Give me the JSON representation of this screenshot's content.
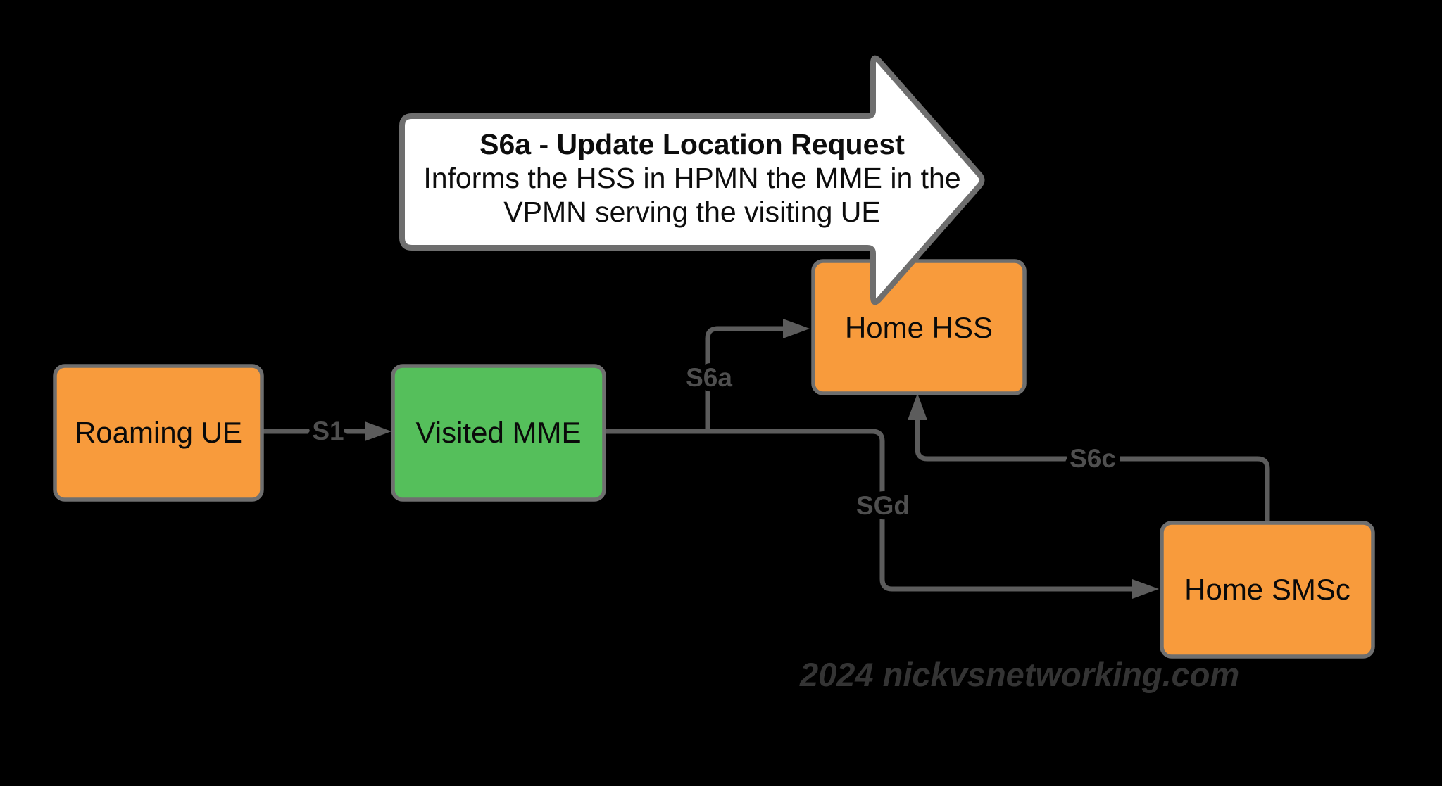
{
  "title": "S6a Update Location Request roaming diagram",
  "canvas": {
    "background": "#000000"
  },
  "callout": {
    "title": "S6a - Update Location Request",
    "body_line1": "Informs the HSS in HPMN the MME in the",
    "body_line2": "VPMN serving the visiting UE",
    "fill": "#ffffff",
    "border_color": "#6e6e6e",
    "text_color": "#0d0d0d"
  },
  "nodes": [
    {
      "id": "roaming-ue",
      "label": "Roaming UE",
      "fill": "#f89b3c"
    },
    {
      "id": "visited-mme",
      "label": "Visited MME",
      "fill": "#55bf5b"
    },
    {
      "id": "home-hss",
      "label": "Home HSS",
      "fill": "#f89b3c"
    },
    {
      "id": "home-smsc",
      "label": "Home SMSc",
      "fill": "#f89b3c"
    }
  ],
  "links": [
    {
      "id": "s1",
      "label": "S1",
      "from": "roaming-ue",
      "to": "visited-mme"
    },
    {
      "id": "s6a",
      "label": "S6a",
      "from": "visited-mme",
      "to": "home-hss"
    },
    {
      "id": "sgd",
      "label": "SGd",
      "from": "visited-mme",
      "to": "home-smsc"
    },
    {
      "id": "s6c",
      "label": "S6c",
      "from": "home-smsc",
      "to": "home-hss"
    }
  ],
  "watermark": {
    "text": "2024 nickvsnetworking.com",
    "color": "#343434"
  },
  "style": {
    "node_border": "#6f6f6f",
    "node_text": "#0a0a0a",
    "line_color": "#5c5c5c",
    "label_color": "#4f4f4f"
  }
}
